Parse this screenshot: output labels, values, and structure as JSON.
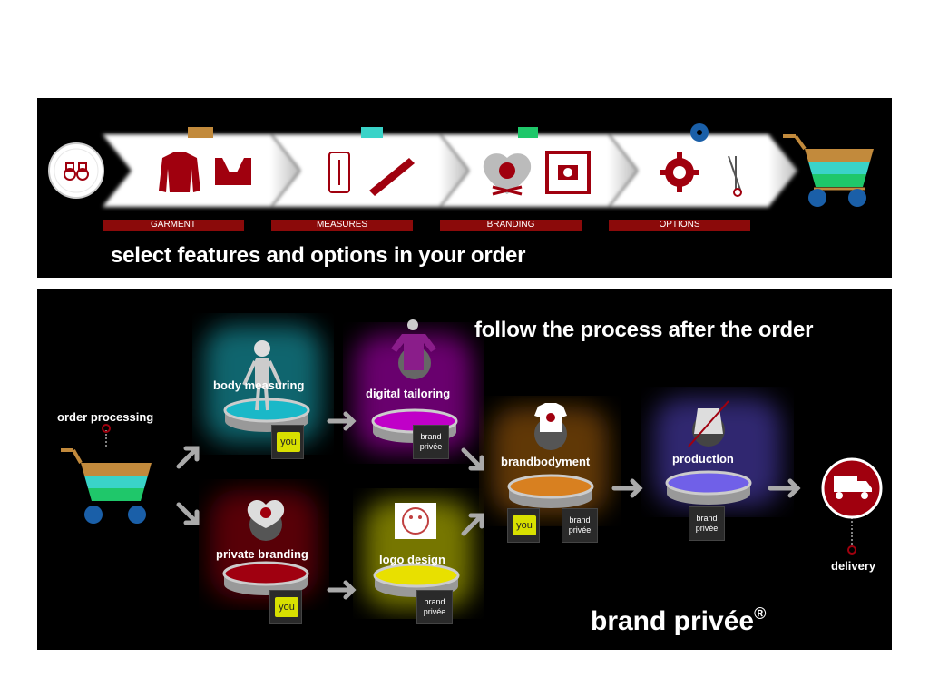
{
  "colors": {
    "accent_red": "#a0000e",
    "step_bar": "#8b0a0a",
    "puzzle_orange": "#c28a3c",
    "puzzle_green": "#1fc76a",
    "puzzle_teal": "#3ad3c8",
    "wheel_blue": "#1a5fa8",
    "you_yellow": "#d8e000"
  },
  "top": {
    "headline": "select features and options in your order",
    "steps": [
      {
        "label": "GARMENT",
        "icons": [
          "sweater-icon",
          "sports-bra-icon"
        ]
      },
      {
        "label": "MEASURES",
        "icons": [
          "phone-measure-icon",
          "ruler-icon"
        ]
      },
      {
        "label": "BRANDING",
        "icons": [
          "skull-heart-icon",
          "camera-frame-icon"
        ]
      },
      {
        "label": "OPTIONS",
        "icons": [
          "gear-icon",
          "safety-pin-icon"
        ]
      }
    ]
  },
  "bottom": {
    "headline": "follow the process after the order",
    "order_processing": "order processing",
    "delivery": "delivery",
    "brand": "brand privée",
    "registered": "®",
    "nodes": {
      "body_measuring": "body measuring",
      "digital_tailoring": "digital tailoring",
      "private_branding": "private branding",
      "logo_design": "logo design",
      "brandbodyment": "brandbodyment",
      "production": "production"
    },
    "tags": {
      "you": "you",
      "brand_line1": "brand",
      "brand_line2": "privée"
    }
  }
}
